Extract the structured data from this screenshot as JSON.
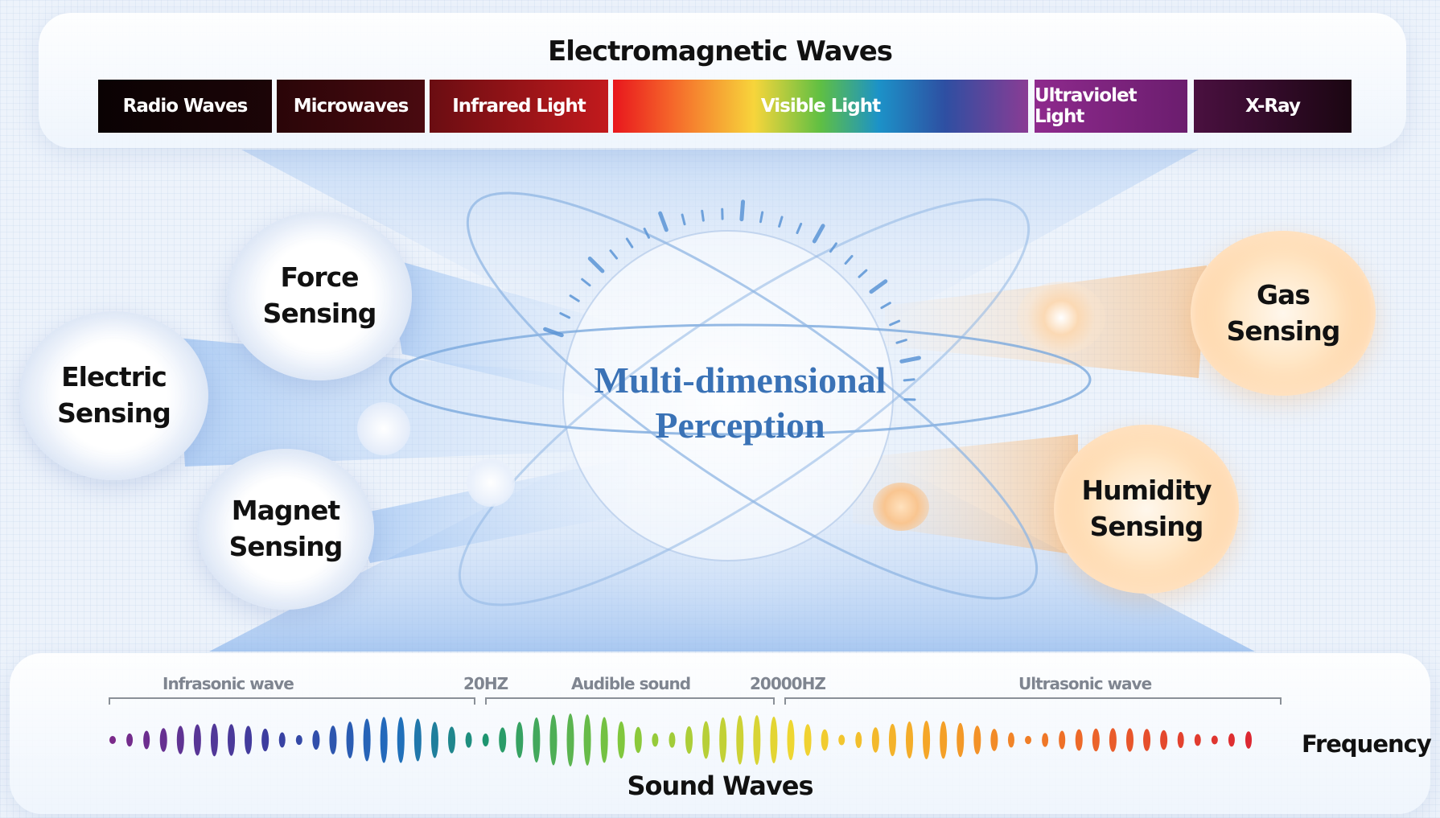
{
  "electromagnetic": {
    "title": "Electromagnetic Waves",
    "bands": [
      {
        "label": "Radio Waves"
      },
      {
        "label": "Microwaves"
      },
      {
        "label": "Infrared Light"
      },
      {
        "label": "Visible Light"
      },
      {
        "label": "Ultraviolet Light"
      },
      {
        "label": "X-Ray"
      }
    ]
  },
  "center": {
    "line1": "Multi-dimensional",
    "line2": "Perception"
  },
  "sensors": {
    "force": {
      "line1": "Force",
      "line2": "Sensing"
    },
    "electric": {
      "line1": "Electric",
      "line2": "Sensing"
    },
    "magnet": {
      "line1": "Magnet",
      "line2": "Sensing"
    },
    "gas": {
      "line1": "Gas",
      "line2": "Sensing"
    },
    "humidity": {
      "line1": "Humidity",
      "line2": "Sensing"
    }
  },
  "sound": {
    "title": "Sound Waves",
    "frequency_label": "Frequency",
    "ranges": [
      {
        "label": "Infrasonic wave"
      },
      {
        "label": "20HZ"
      },
      {
        "label": "Audible sound"
      },
      {
        "label": "20000HZ"
      },
      {
        "label": "Ultrasonic wave"
      }
    ]
  },
  "colors": {
    "accent": "#3a72b6",
    "warm": "#f6a552"
  }
}
